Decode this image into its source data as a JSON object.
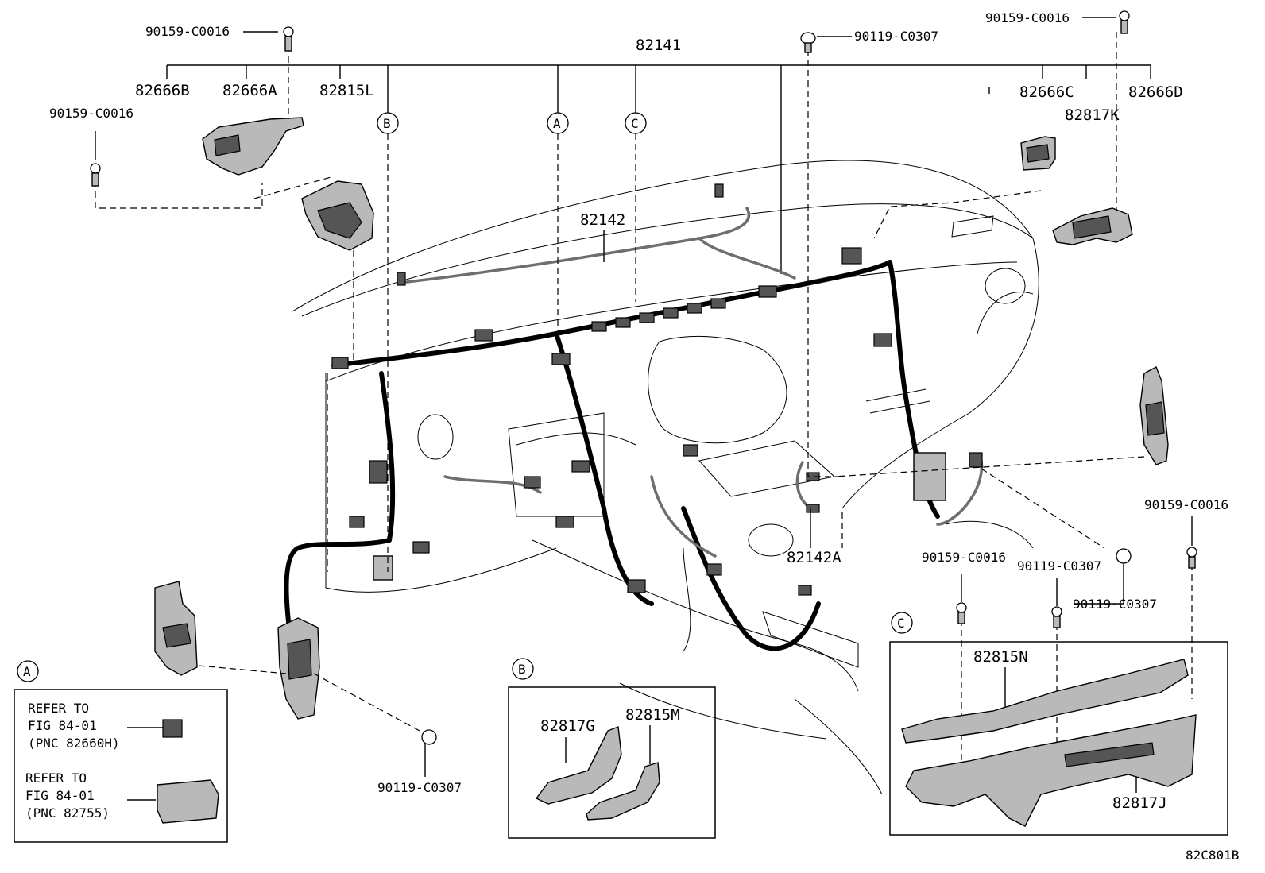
{
  "diagram_id": "82C801B",
  "part_numbers": {
    "main_harness": "82141",
    "harness_sub": "82142",
    "harness_sub_a": "82142A",
    "bracket_b": "82666B",
    "bracket_a": "82666A",
    "bracket_c": "82666C",
    "bracket_d": "82666D",
    "protector_l": "82815L",
    "protector_n": "82815N",
    "protector_m": "82815M",
    "clamp_k": "82817K",
    "clamp_g": "82817G",
    "clamp_j": "82817J"
  },
  "fasteners": {
    "bolt_c0016": "90159-C0016",
    "screw_c0307": "90119-C0307"
  },
  "callouts": {
    "a": "A",
    "b": "B",
    "c": "C"
  },
  "notes": {
    "refer1_line1": "REFER TO",
    "refer1_line2": "FIG 84-01",
    "refer1_line3": "(PNC 82660H)",
    "refer2_line1": "REFER TO",
    "refer2_line2": "FIG 84-01",
    "refer2_line3": "(PNC 82755)"
  }
}
